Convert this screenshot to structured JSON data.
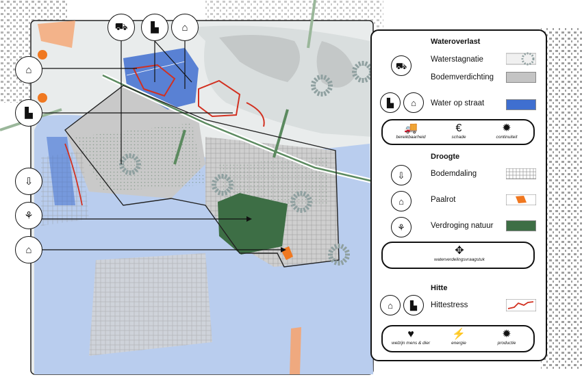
{
  "map": {
    "side_icons": [
      "house-heat-icon",
      "factory-heat-icon",
      "subsidence-icon",
      "dead-tree-icon",
      "pile-rot-icon"
    ],
    "top_icons": [
      "tractor-rain-icon",
      "factory-rain-icon",
      "house-rain-icon"
    ],
    "colors": {
      "water": "#b9cdee",
      "pavement_water": "#3f6fd0",
      "forest": "#3d6e45",
      "built": "#c8c8c8",
      "heat": "#f07820",
      "heat_line": "#d23020"
    }
  },
  "legend": {
    "wateroverlast": {
      "title": "Wateroverlast",
      "items": [
        {
          "label": "Waterstagnatie",
          "icon": "tractor-rain-icon"
        },
        {
          "label": "Bodemverdichting"
        },
        {
          "label": "Water op straat",
          "icon": "factory-rain-icon"
        }
      ],
      "pill": [
        {
          "glyph": "🚚",
          "caption": "bereikbaarheid",
          "icon": "truck-icon"
        },
        {
          "glyph": "€",
          "caption": "schade",
          "icon": "euro-icon"
        },
        {
          "glyph": "✹",
          "caption": "continuiteit",
          "icon": "gears-icon"
        }
      ]
    },
    "droogte": {
      "title": "Droogte",
      "items": [
        {
          "label": "Bodemdaling",
          "icon": "subsidence-icon"
        },
        {
          "label": "Paalrot",
          "icon": "pile-rot-icon"
        },
        {
          "label": "Verdroging natuur",
          "icon": "dead-tree-icon"
        }
      ],
      "pill": [
        {
          "glyph": "✥",
          "caption": "waterverdelingsvraagstuk",
          "icon": "water-distribution-icon"
        }
      ]
    },
    "hitte": {
      "title": "Hitte",
      "items": [
        {
          "label": "Hittestress",
          "icon": "heat-icon"
        }
      ],
      "pill": [
        {
          "glyph": "♥",
          "caption": "welzijn mens & dier",
          "icon": "heart-icon"
        },
        {
          "glyph": "⚡",
          "caption": "energie",
          "icon": "plug-icon"
        },
        {
          "glyph": "✹",
          "caption": "productie",
          "icon": "gears-icon"
        }
      ]
    }
  }
}
